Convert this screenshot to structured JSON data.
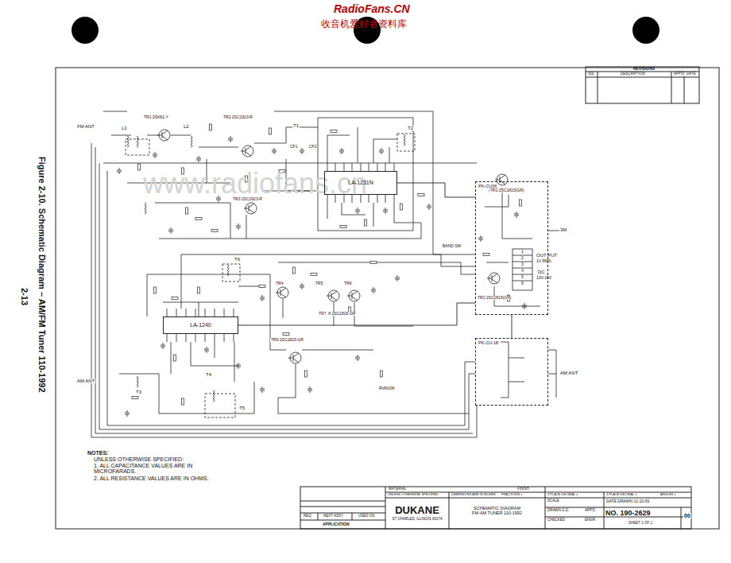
{
  "diagram": {
    "caption": "Figure 2-10.  Schematic Diagram – AM/FM Tuner 110-1992",
    "nodes": [
      {
        "text": [
          "REVISIONS"
        ]
      },
      {
        "text": [
          "LA-1231N"
        ]
      },
      {
        "text": [
          "PK-CU36"
        ]
      },
      {
        "text": [
          "LA-1240"
        ]
      },
      {
        "text": [
          "PK-CU-18"
        ]
      },
      {
        "text": [
          "DUKANE",
          "ST CHARLES, ILLINOIS 60174"
        ]
      },
      {
        "text": [
          "SCHEMATIC DIAGRAM FM-AM TUNER 110-1992"
        ]
      },
      {
        "text": [
          "NO. 190-2629"
        ]
      }
    ],
    "edges": [
      {
        "from": 1,
        "to": 2,
        "arrow": "none"
      },
      {
        "from": 3,
        "to": 2,
        "arrow": "none"
      },
      {
        "from": 4,
        "to": 2,
        "arrow": "none"
      }
    ],
    "labels": [
      "RadioFans.CN",
      "收音机爱好者资料库",
      "www.radiofans.cn",
      "2-13",
      "FM ANT",
      "L1",
      "TR1 2SK61-Y",
      "L2",
      "TR2 2SC1923-R",
      "T1",
      "CF1",
      "CF2",
      "T2",
      "TR3 2SC1923-R",
      "T6",
      "TR4",
      "TR5",
      "TR6",
      "TR7, 8 2SC1815-GR",
      "TR9 2SC1815-GR",
      "AM ANT",
      "T3",
      "T4",
      "T5",
      "RV801M",
      "BAND SW",
      "TR1 2SC1815(GR)",
      "TR2 2SC1815(GR)",
      "OUT PUT",
      "1V RMS",
      "DC",
      "13V-16V",
      "3M",
      "AM ANT",
      "1",
      "2",
      "3",
      "4",
      "5",
      "6",
      "NOTES:",
      "UNLESS OTHERWISE SPECIFIED:",
      "1. ALL CAPACITANCE VALUES ARE IN MICROFARADS.",
      "2. ALL RESISTANCE VALUES ARE IN OHMS.",
      "MATERIAL",
      "FINISH",
      "UNLESS OTHERWISE SPECIFIED:",
      "DIMENSIONS ARE IN INCHES",
      "FRACTIONS ±",
      "2 PLACE DECIMAL ±",
      "3 PLACE DECIMAL ±",
      "ANGLES ±",
      "SCALE",
      "DATE DRAWN 12-22-81",
      "DRAWN G.D.",
      "APP'D",
      "CHECKED",
      "ENGR.",
      "SHEET 1 OF 1",
      "00",
      "REQ.",
      "NEXT ASSY",
      "USED ON",
      "APPLICATION",
      "ISS.",
      "DESCRIPTION",
      "APP'D",
      "DATE"
    ]
  }
}
